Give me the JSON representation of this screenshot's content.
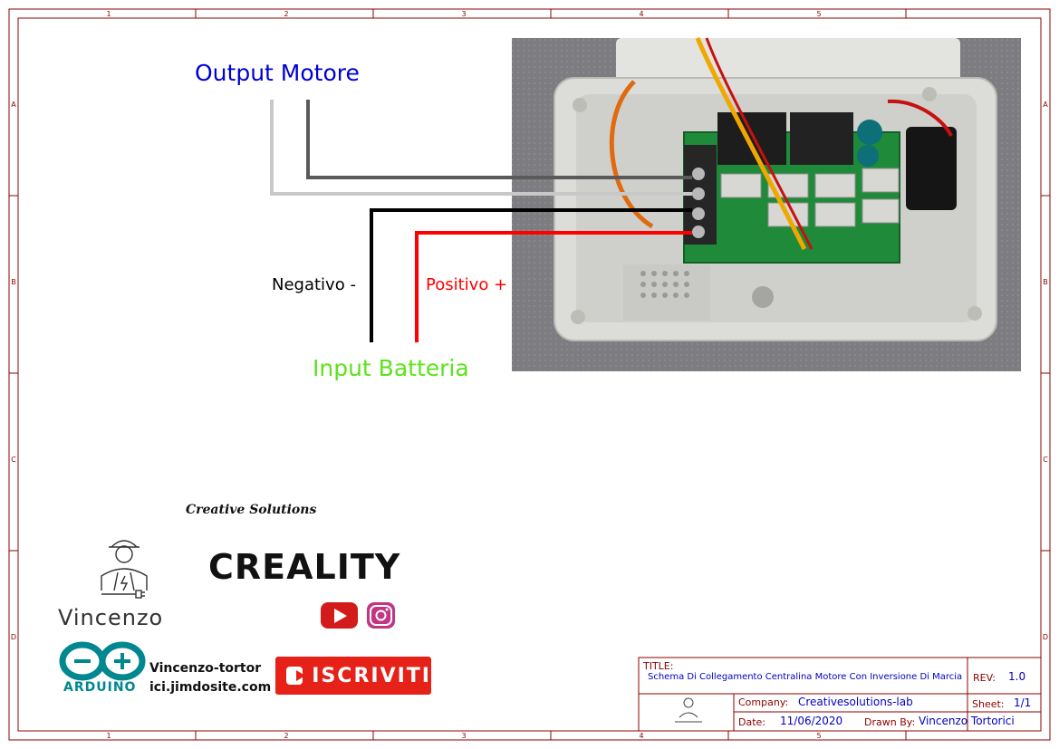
{
  "frame": {
    "column_markers": [
      "1",
      "2",
      "3",
      "4",
      "5"
    ],
    "row_markers": [
      "A",
      "B",
      "C",
      "D"
    ]
  },
  "labels": {
    "output_motore": "Output Motore",
    "negativo": "Negativo -",
    "positivo": "Positivo +",
    "input_batteria": "Input Batteria"
  },
  "logos": {
    "creative_solutions": "Creative Solutions",
    "creality": "CREALITY",
    "vincenzo": "Vincenzo",
    "arduino": "ARDUINO",
    "site_line1": "Vincenzo-tortor",
    "site_line2": "ici.jimdosite.com",
    "iscriviti": "ISCRIVITI"
  },
  "title_block": {
    "title_label": "TITLE:",
    "title_value": "Schema Di Collegamento Centralina Motore Con Inversione Di Marcia",
    "rev_label": "REV:",
    "rev_value": "1.0",
    "company_label": "Company:",
    "company_value": "Creativesolutions-lab",
    "sheet_label": "Sheet:",
    "sheet_value": "1/1",
    "date_label": "Date:",
    "date_value": "11/06/2020",
    "drawn_by_label": "Drawn By:",
    "drawn_by_value": "Vincenzo Tortorici"
  },
  "colors": {
    "frame": "#8b0000",
    "output_label": "#0000d4",
    "input_label": "#5de31a",
    "positive_wire": "#ff0000",
    "negative_wire": "#000000",
    "motor_wire_dark": "#5a5a5a",
    "motor_wire_light": "#c8c8c8",
    "youtube_red": "#e62117",
    "arduino_teal": "#00878f"
  }
}
